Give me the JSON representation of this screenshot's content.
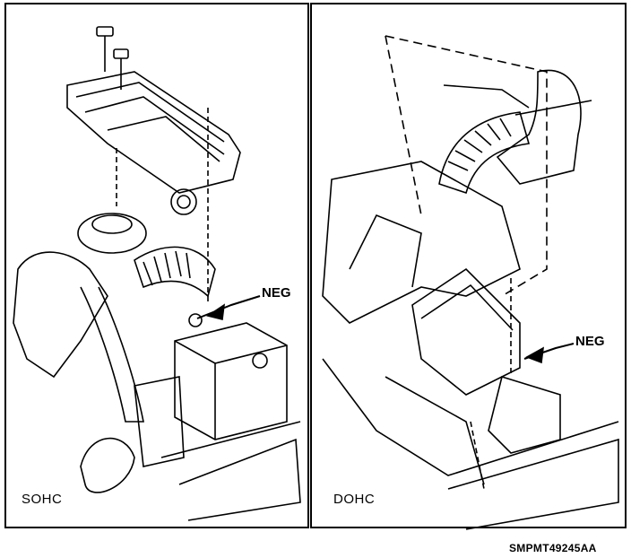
{
  "panels": [
    {
      "label": "SOHC",
      "callout": "NEG"
    },
    {
      "label": "DOHC",
      "callout": "NEG"
    }
  ],
  "reference_code": "SMPMT49245AA",
  "colors": {
    "line": "#000000",
    "background": "#ffffff"
  }
}
